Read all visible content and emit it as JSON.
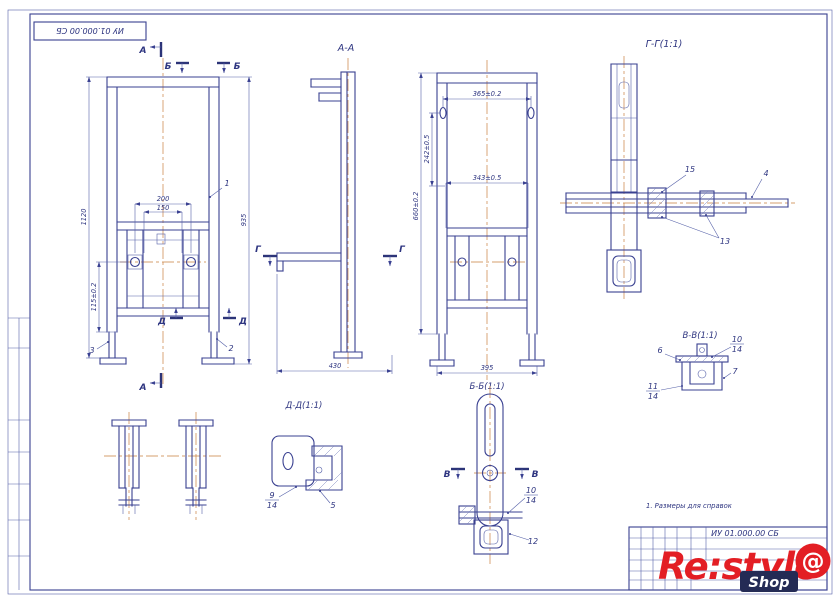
{
  "sheet": {
    "top_stamp": "ИУ 01.000.00 СБ",
    "note": "1. Размеры для справок",
    "title_code": "ИУ 01.000.00 СБ"
  },
  "logo": {
    "brand": "Re:style",
    "at": "@",
    "shop": "Shop"
  },
  "colors": {
    "line_blue": "#3a4191",
    "centerline_orange": "#c9803f",
    "logo_red": "#e31e24",
    "logo_navy": "#242b55"
  },
  "views": {
    "front": {
      "marker_a": "А",
      "marker_b": "Б",
      "marker_d": "Д",
      "dim_height": "1120",
      "dim_offset": "115±0.2",
      "dim_width_outer": "200",
      "dim_width_inner": "150",
      "dim_right": "935",
      "callout_1": "1",
      "callout_2": "2",
      "callout_3": "3"
    },
    "section_aa": {
      "label": "А-А",
      "marker_g": "Г",
      "dim_depth": "430"
    },
    "rear": {
      "dim_top": "365±0.2",
      "dim_side": "242±0.5",
      "dim_mid": "343±0.5",
      "dim_height": "660±0.2",
      "dim_bottom": "395"
    },
    "section_gg": {
      "label": "Г-Г(1:1)",
      "callout_15": "15",
      "callout_4": "4",
      "callout_13": "13"
    },
    "section_vv": {
      "label": "В-В(1:1)",
      "callout_6": "6",
      "pos_10": "10",
      "qty_14": "14",
      "callout_7": "7",
      "pos_11": "11",
      "qty_14b": "14"
    },
    "section_dd": {
      "label": "Д-Д(1:1)",
      "pos_9": "9",
      "qty_14": "14",
      "callout_5": "5"
    },
    "section_bb": {
      "label": "Б-Б(1:1)",
      "marker_v": "В",
      "pos_10": "10",
      "qty_14": "14",
      "callout_12": "12"
    }
  }
}
